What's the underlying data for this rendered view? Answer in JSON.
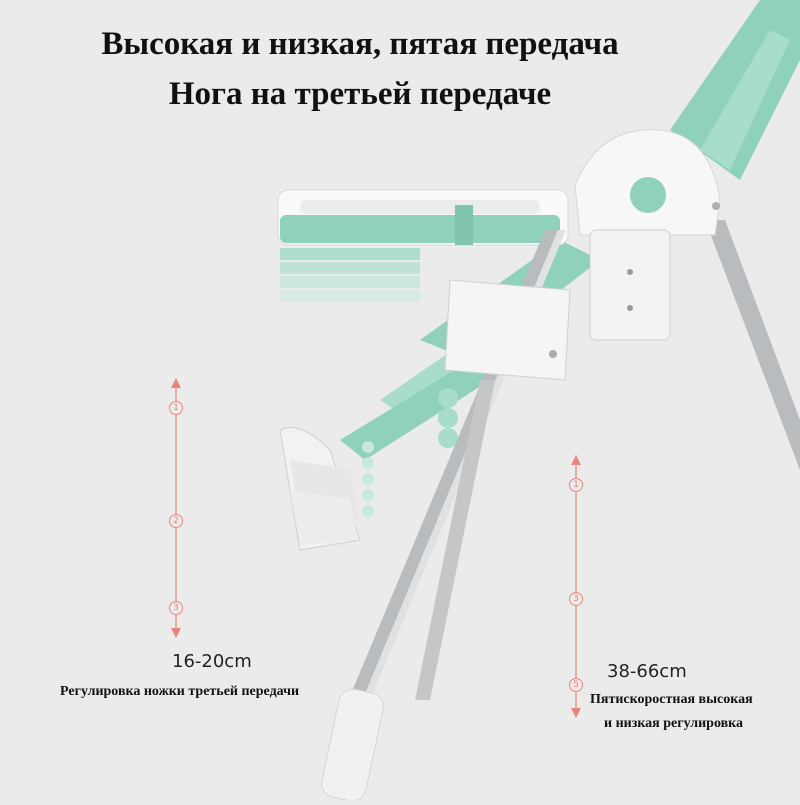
{
  "headline": {
    "line1": "Высокая и низкая, пятая передача",
    "line2": "Нога на третьей передаче"
  },
  "left_scale": {
    "marks": [
      "1",
      "2",
      "3"
    ],
    "range": "16-20cm",
    "caption": "Регулировка ножки третьей передачи"
  },
  "right_scale": {
    "marks": [
      "1",
      "3",
      "5"
    ],
    "range": "38-66cm",
    "caption_line1": "Пятискоростная высокая",
    "caption_line2": "и низкая регулировка"
  },
  "colors": {
    "background": "#ecebec",
    "mint": "#8fd1bc",
    "plastic": "#f5f5f5",
    "steel": "#b9bcbf",
    "arrow": "#e8857c"
  }
}
